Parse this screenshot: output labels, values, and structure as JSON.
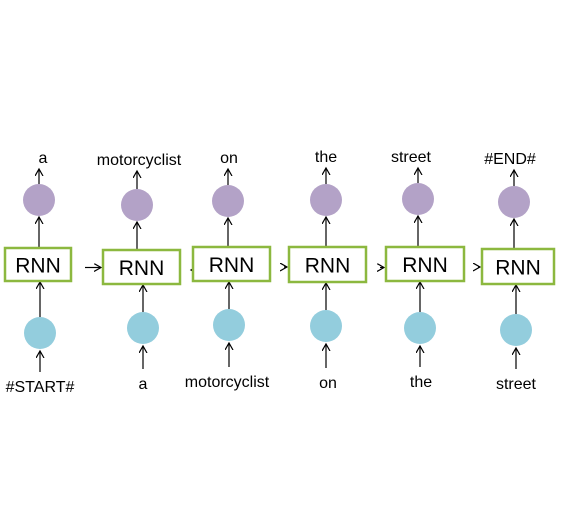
{
  "colors": {
    "rnn_border": "#8cb83f",
    "output_node": "#b3a2c7",
    "input_node": "#93cddd",
    "arrow": "#000000"
  },
  "rnn_label": "RNN",
  "steps": [
    {
      "input": "#START#",
      "output": "a"
    },
    {
      "input": "a",
      "output": "motorcyclist"
    },
    {
      "input": "motorcyclist",
      "output": "on"
    },
    {
      "input": "on",
      "output": "the"
    },
    {
      "input": "the",
      "output": "street"
    },
    {
      "input": "street",
      "output": "#END#"
    }
  ]
}
